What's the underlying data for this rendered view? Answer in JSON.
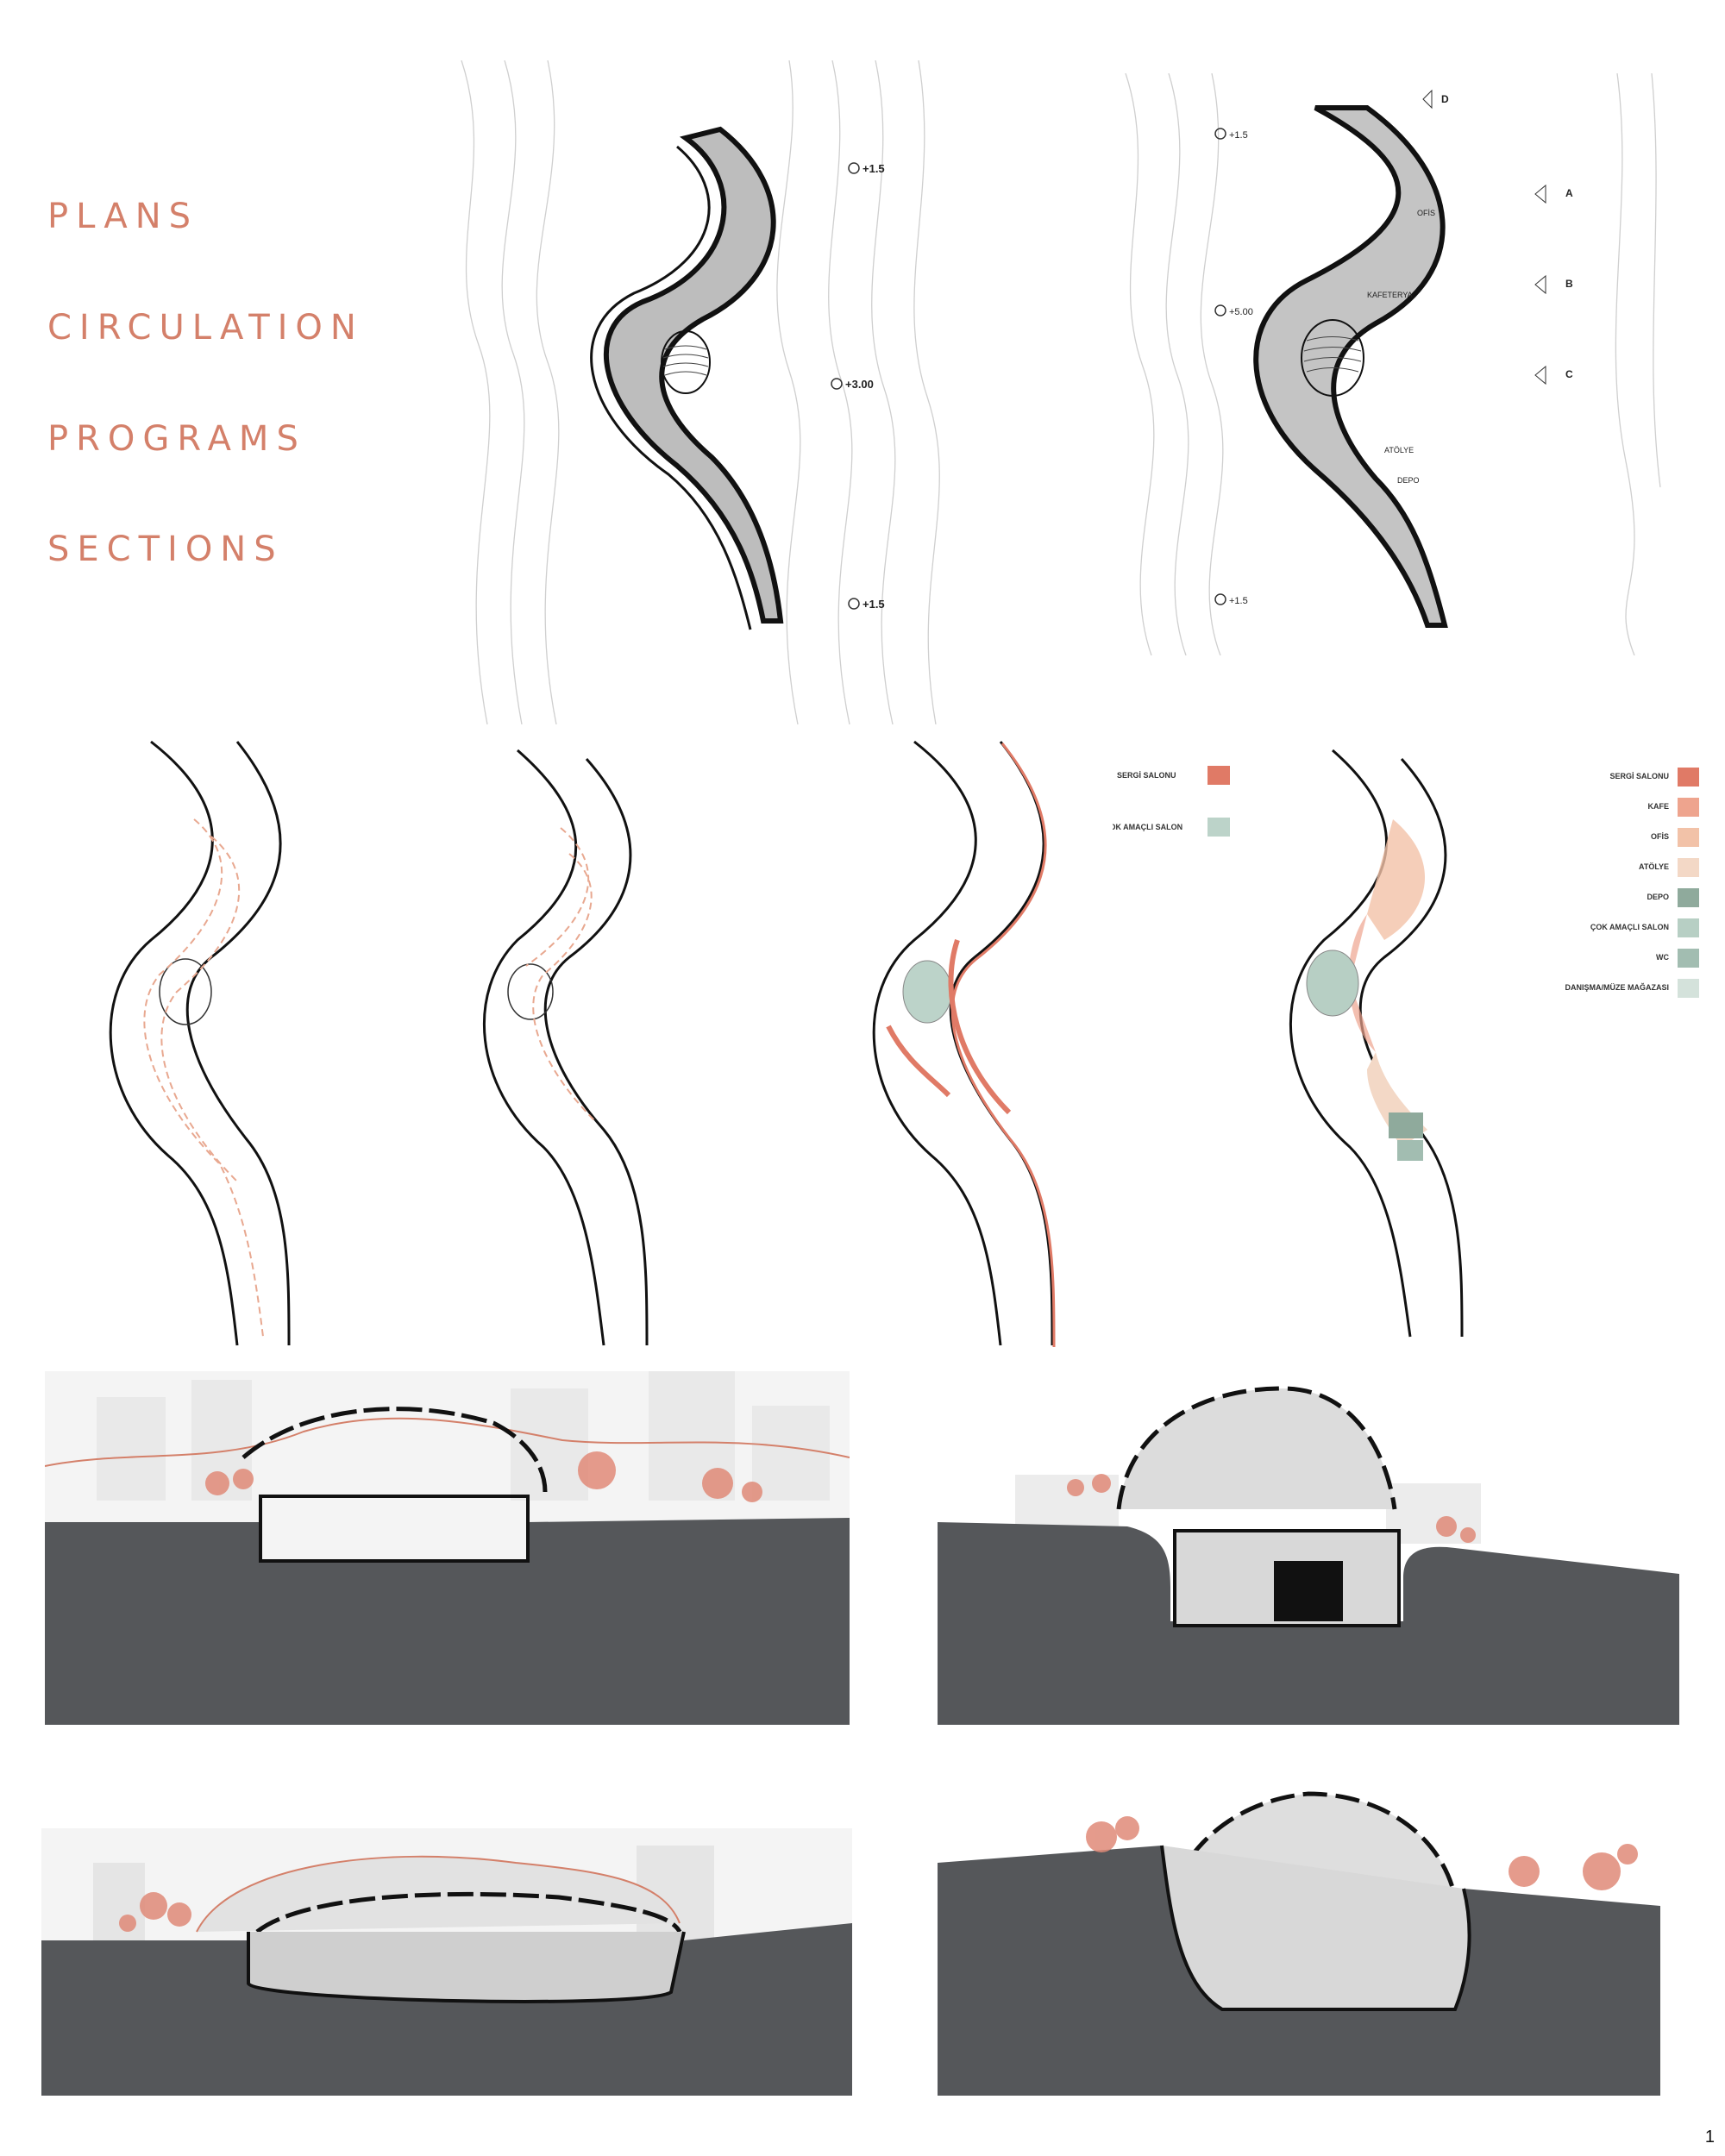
{
  "nav": {
    "items": [
      "PLANS",
      "CIRCULATION",
      "PROGRAMS",
      "SECTIONS"
    ]
  },
  "plans": {
    "plan1": {
      "levels": [
        "+1.5",
        "+3.00",
        "+1.5"
      ]
    },
    "plan2": {
      "levels": [
        "+1.5",
        "+5.00",
        "+1.5"
      ],
      "section_marks": [
        "A",
        "B",
        "C",
        "D"
      ],
      "room_labels": [
        "OFİS",
        "KAFETERYA",
        "ATÖLYE",
        "DEPO"
      ]
    }
  },
  "legend_small": {
    "items": [
      {
        "label": "SERGİ SALONU",
        "color": "#e07a66"
      },
      {
        "label": "ÇOK AMAÇLI SALON",
        "color": "#bcd3c9"
      }
    ]
  },
  "legend_full": {
    "items": [
      {
        "label": "SERGİ SALONU",
        "color": "#e07a66"
      },
      {
        "label": "KAFE",
        "color": "#eea48e"
      },
      {
        "label": "OFİS",
        "color": "#f2c2a8"
      },
      {
        "label": "ATÖLYE",
        "color": "#f3d8c6"
      },
      {
        "label": "DEPO",
        "color": "#8faa9c"
      },
      {
        "label": "ÇOK AMAÇLI SALON",
        "color": "#b7cfc4"
      },
      {
        "label": "WC",
        "color": "#a2bdb1"
      },
      {
        "label": "DANIŞMA/MÜZE MAĞAZASI",
        "color": "#d4e2db"
      }
    ]
  },
  "colors": {
    "accent": "#d4806a",
    "ground": "#55575a",
    "tree": "#e08a78"
  },
  "page": {
    "number": "1"
  }
}
